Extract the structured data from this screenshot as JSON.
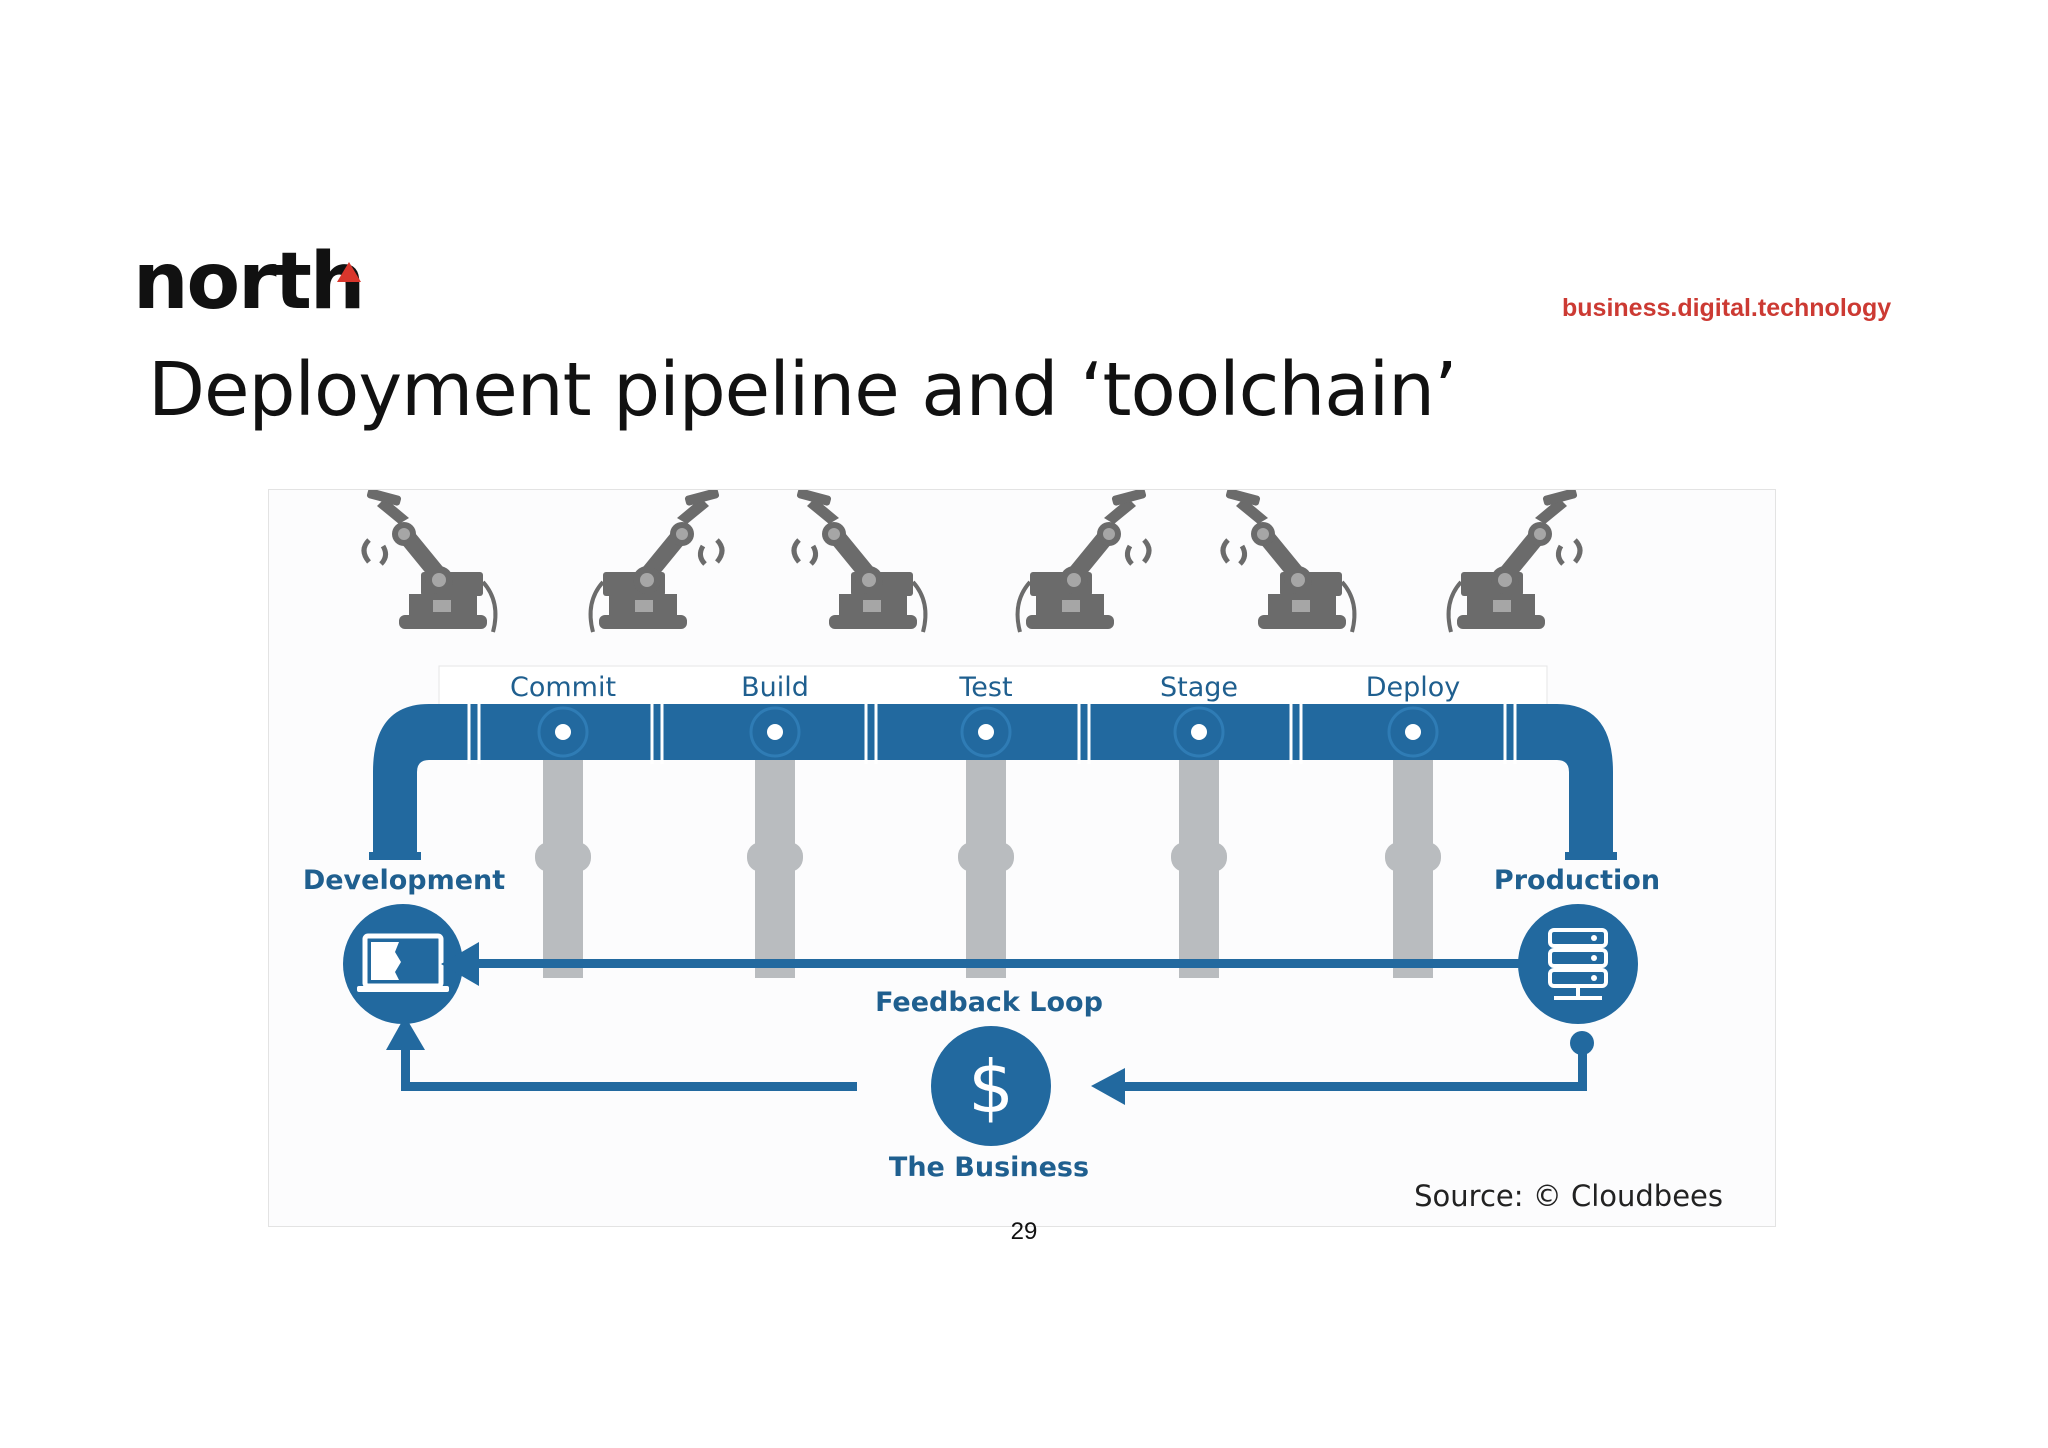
{
  "header": {
    "logo_text": "north",
    "tagline": "business.digital.technology"
  },
  "slide": {
    "title": "Deployment pipeline and ‘toolchain’",
    "page_number": "29"
  },
  "diagram": {
    "stages": [
      "Commit",
      "Build",
      "Test",
      "Stage",
      "Deploy"
    ],
    "left_node": "Development",
    "right_node": "Production",
    "feedback_label": "Feedback Loop",
    "business_label": "The Business",
    "business_symbol": "$",
    "source": "Source: © Cloudbees",
    "colors": {
      "pipe_blue": "#22699f",
      "support_grey": "#b9bcbf",
      "robot_grey": "#6b6b6b",
      "text_blue": "#1f5f8f",
      "accent_red": "#d9362c"
    },
    "icons": [
      "robot-arm-icon",
      "laptop-icon",
      "server-stack-icon",
      "dollar-icon"
    ]
  }
}
